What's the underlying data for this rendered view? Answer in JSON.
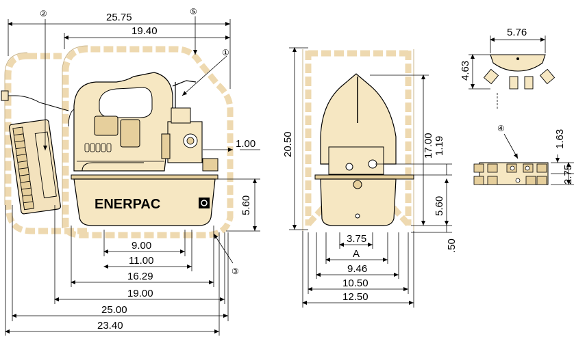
{
  "figure": {
    "brand_name": "ENERPAC",
    "colors": {
      "body_fill": "#f6e7c2",
      "body_dark": "#e9d3a0",
      "roll_cage": "#eed9b0",
      "line": "#000000"
    },
    "side_view": {
      "dims": {
        "d_25_75": "25.75",
        "d_19_40": "19.40",
        "d_1_00": "1.00",
        "d_5_60": "5.60",
        "d_9_00": "9.00",
        "d_11_00": "11.00",
        "d_16_29": "16.29",
        "d_19_00": "19.00",
        "d_25_00": "25.00",
        "d_23_40": "23.40"
      },
      "callouts": {
        "c1": "①",
        "c2": "②",
        "c3": "③",
        "c5": "⑤"
      }
    },
    "front_view": {
      "dims": {
        "d_20_50": "20.50",
        "d_17_00": "17.00",
        "d_1_19": "1.19",
        "d_5_60": "5.60",
        "d_0_50": ".50",
        "d_3_75": "3.75",
        "d_A": "A",
        "d_9_46": "9.46",
        "d_10_50": "10.50",
        "d_12_50": "12.50"
      }
    },
    "manifold_view": {
      "dims": {
        "d_5_76": "5.76",
        "d_4_63": "4.63",
        "d_1_63": "1.63",
        "d_2_75": "2.75"
      },
      "callouts": {
        "c4": "④"
      }
    }
  }
}
